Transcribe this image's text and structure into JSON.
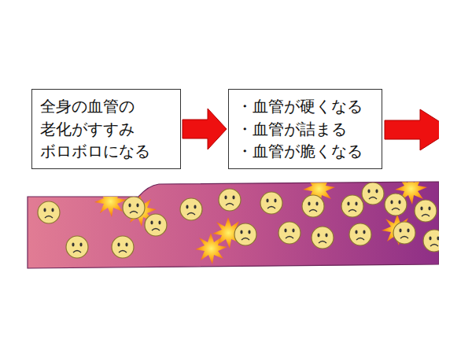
{
  "diagram": {
    "nodes": [
      {
        "text": [
          "全身の血管の 老化がすすみ ボロボロになる"
        ]
      },
      {
        "text": [
          "・血管が硬くなる",
          "・血管が詰まる",
          "・血管が脆くなる"
        ]
      }
    ],
    "edges": [
      {
        "from": 0,
        "to": 1,
        "arrow": "to"
      }
    ]
  }
}
